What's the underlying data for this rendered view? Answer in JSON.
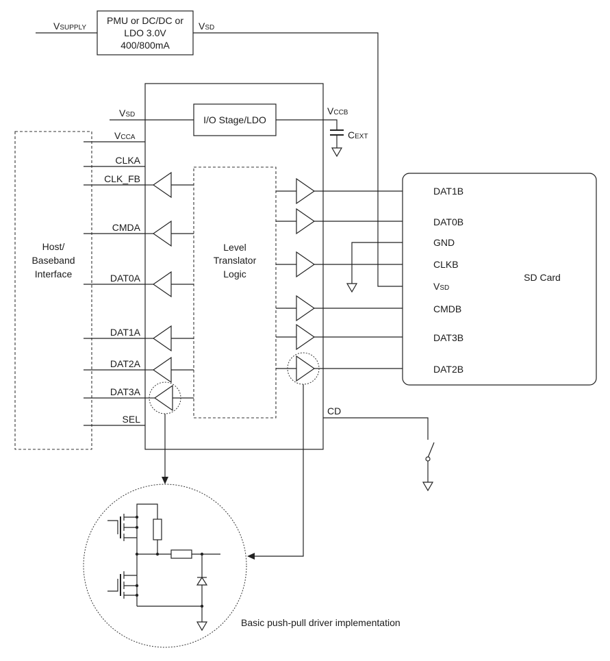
{
  "pmu": {
    "line1": "PMU or DC/DC or",
    "line2": "LDO 3.0V",
    "line3": "400/800mA"
  },
  "supply": {
    "vsupply_main": "V",
    "vsupply_sub": "SUPPLY",
    "vsd_main": "V",
    "vsd_sub": "SD"
  },
  "io_stage": {
    "label": "I/O Stage/LDO",
    "vsd_main": "V",
    "vsd_sub": "SD",
    "vcca_main": "V",
    "vcca_sub": "CCA",
    "vccb_main": "V",
    "vccb_sub": "CCB",
    "cext_main": "C",
    "cext_sub": "EXT"
  },
  "host": {
    "line1": "Host/",
    "line2": "Baseband",
    "line3": "Interface"
  },
  "logic": {
    "line1": "Level",
    "line2": "Translator",
    "line3": "Logic"
  },
  "left_pins": [
    "CLKA",
    "CLK_FB",
    "CMDA",
    "DAT0A",
    "DAT1A",
    "DAT2A",
    "DAT3A",
    "SEL"
  ],
  "card": {
    "label": "SD Card",
    "pins": [
      "DAT1B",
      "DAT0B",
      "GND",
      "CLKB",
      "CMDB",
      "DAT3B",
      "DAT2B"
    ],
    "vsd_main": "V",
    "vsd_sub": "SD"
  },
  "cd": {
    "label": "CD"
  },
  "driver": {
    "caption": "Basic push-pull driver implementation"
  }
}
